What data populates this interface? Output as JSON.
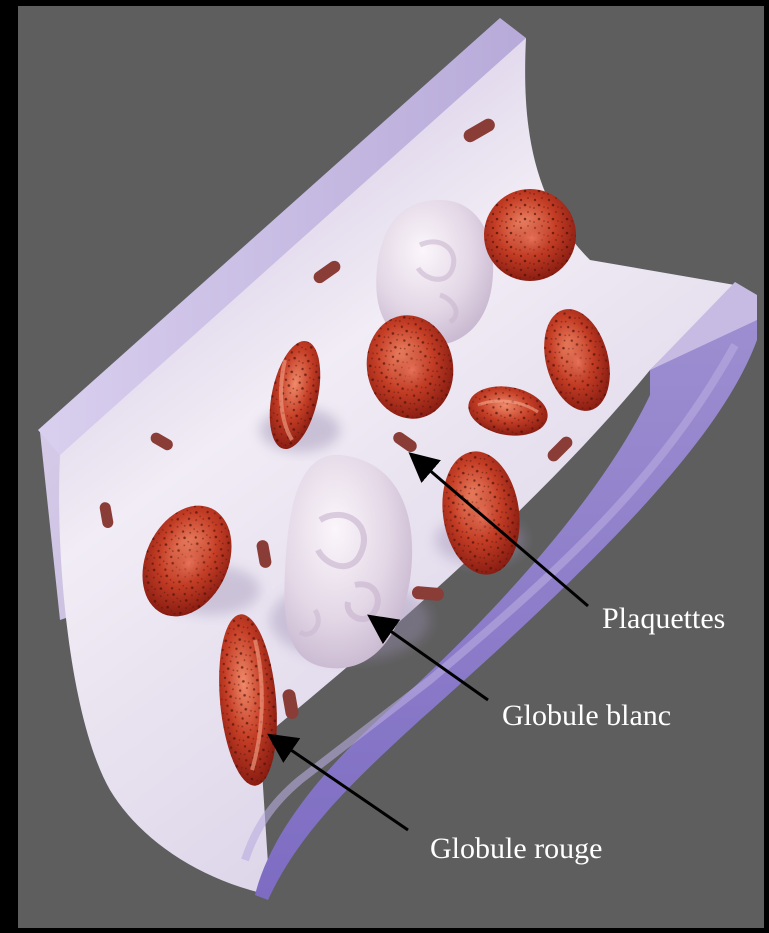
{
  "labels": {
    "platelets": "Plaquettes",
    "white_cell": "Globule blanc",
    "red_cell": "Globule rouge"
  },
  "colors": {
    "background_gray": "#5e5e5e",
    "frame_black": "#000000",
    "vessel_lavender": "#d4c8e6",
    "red_cell": "#c23a24",
    "white_cell": "#ece4ee",
    "platelet": "#8a3c36",
    "label_text": "#ffffff",
    "arrow": "#000000"
  }
}
